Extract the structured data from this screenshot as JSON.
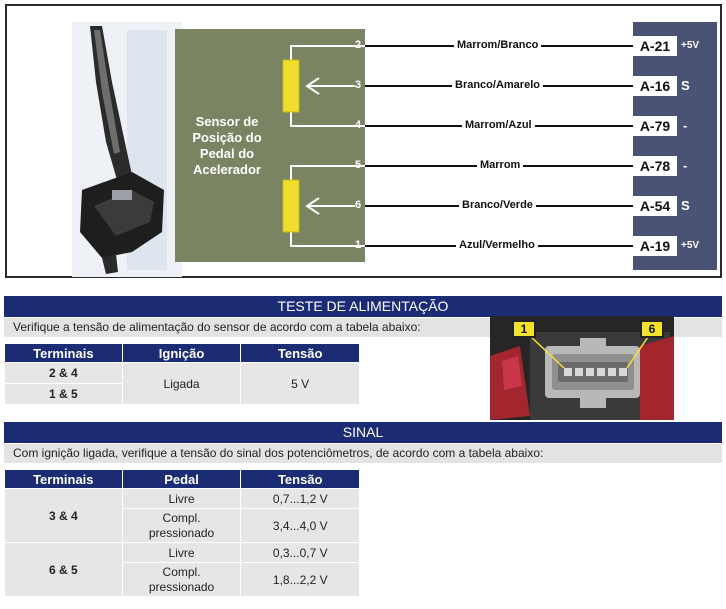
{
  "diagram": {
    "sensor_label": "Sensor de Posição do Pedal do Acelerador",
    "wires": [
      {
        "pin": "2",
        "color": "Marrom/Branco",
        "terminal": "A-21",
        "signal": "+5V"
      },
      {
        "pin": "3",
        "color": "Branco/Amarelo",
        "terminal": "A-16",
        "signal": "S"
      },
      {
        "pin": "4",
        "color": "Marrom/Azul",
        "terminal": "A-79",
        "signal": "-"
      },
      {
        "pin": "5",
        "color": "Marrom",
        "terminal": "A-78",
        "signal": "-"
      },
      {
        "pin": "6",
        "color": "Branco/Verde",
        "terminal": "A-54",
        "signal": "S"
      },
      {
        "pin": "1",
        "color": "Azul/Vermelho",
        "terminal": "A-19",
        "signal": "+5V"
      }
    ]
  },
  "alimentacao": {
    "title": "TESTE DE ALIMENTAÇÃO",
    "instruction": "Verifique a tensão de alimentação do sensor de acordo com a tabela abaixo:",
    "headers": [
      "Terminais",
      "Ignição",
      "Tensão"
    ],
    "terminals": [
      "2 & 4",
      "1 & 5"
    ],
    "ignicao": "Ligada",
    "tensao": "5 V",
    "callout_left": "1",
    "callout_right": "6"
  },
  "sinal": {
    "title": "SINAL",
    "instruction": "Com ignição ligada, verifique a tensão do sinal dos potenciômetros, de acordo com a tabela abaixo:",
    "headers": [
      "Terminais",
      "Pedal",
      "Tensão"
    ],
    "groups": [
      {
        "terminals": "3 & 4",
        "rows": [
          {
            "pedal": "Livre",
            "tensao": "0,7...1,2 V"
          },
          {
            "pedal": "Compl. pressionado",
            "tensao": "3,4...4,0 V"
          }
        ]
      },
      {
        "terminals": "6 & 5",
        "rows": [
          {
            "pedal": "Livre",
            "tensao": "0,3...0,7 V"
          },
          {
            "pedal": "Compl. pressionado",
            "tensao": "1,8...2,2 V"
          }
        ]
      }
    ]
  },
  "colors": {
    "header_blue": "#1b2b74",
    "sensor_green": "#7b8462",
    "connector_blue": "#4a5275",
    "potentiometer_yellow": "#f0de2c"
  }
}
